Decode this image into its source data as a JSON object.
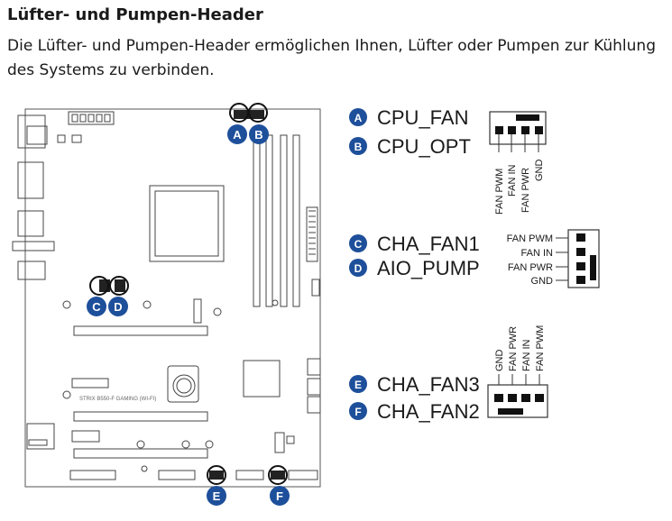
{
  "heading": "Lüfter- und Pumpen-Header",
  "description": "Die Lüfter- und Pumpen-Header ermöglichen Ihnen, Lüfter oder Pumpen zur Kühlung des Systems zu verbinden.",
  "board_label": "STRIX B550-F GAMING (WI-FI)",
  "markers": [
    "A",
    "B",
    "C",
    "D",
    "E",
    "F"
  ],
  "headers": {
    "cpu_fan": {
      "letter": "A",
      "name": "CPU_FAN"
    },
    "cpu_opt": {
      "letter": "B",
      "name": "CPU_OPT"
    },
    "cha_fan1": {
      "letter": "C",
      "name": "CHA_FAN1"
    },
    "aio_pump": {
      "letter": "D",
      "name": "AIO_PUMP"
    },
    "cha_fan3": {
      "letter": "E",
      "name": "CHA_FAN3"
    },
    "cha_fan2": {
      "letter": "F",
      "name": "CHA_FAN2"
    }
  },
  "pin_labels": {
    "top": [
      "FAN PWM",
      "FAN IN",
      "FAN PWR",
      "GND"
    ],
    "middle": [
      "FAN PWM",
      "FAN IN",
      "FAN PWR",
      "GND"
    ],
    "bottom": [
      "GND",
      "FAN PWR",
      "FAN IN",
      "FAN PWM"
    ]
  },
  "colors": {
    "marker": "#1e4f9a",
    "line": "#555555",
    "connector": "#111111"
  }
}
